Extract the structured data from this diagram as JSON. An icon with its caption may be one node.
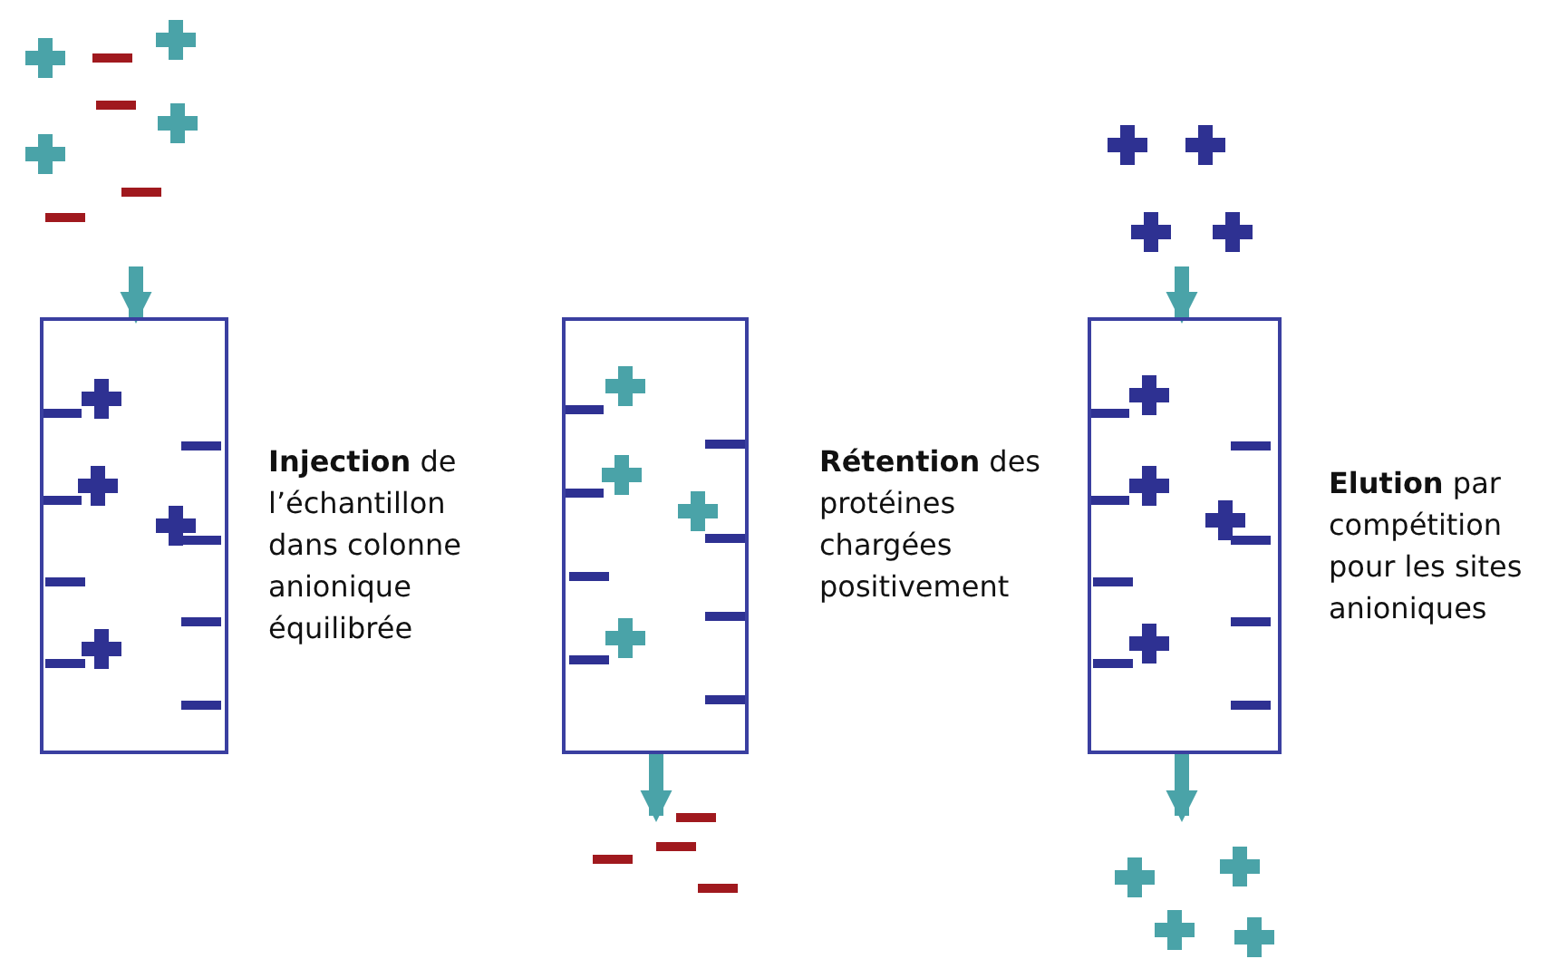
{
  "diagram": {
    "nodes": [
      {
        "text": [],
        "shape": "box",
        "beside": [
          "**Injection** de l’échantillon dans colonne anionique équilibrée"
        ]
      },
      {
        "text": [],
        "shape": "box",
        "beside": [
          "**Rétention** des protéines chargées positivement"
        ]
      },
      {
        "text": [],
        "shape": "box",
        "beside": [
          "**Elution** par compétition pour les sites anioniques"
        ]
      }
    ],
    "edges": [
      {
        "from": null,
        "to": 0,
        "arrow": "to"
      },
      {
        "from": 1,
        "to": null,
        "arrow": "to"
      },
      {
        "from": null,
        "to": 2,
        "arrow": "to"
      },
      {
        "from": 2,
        "to": null,
        "arrow": "to"
      }
    ]
  }
}
